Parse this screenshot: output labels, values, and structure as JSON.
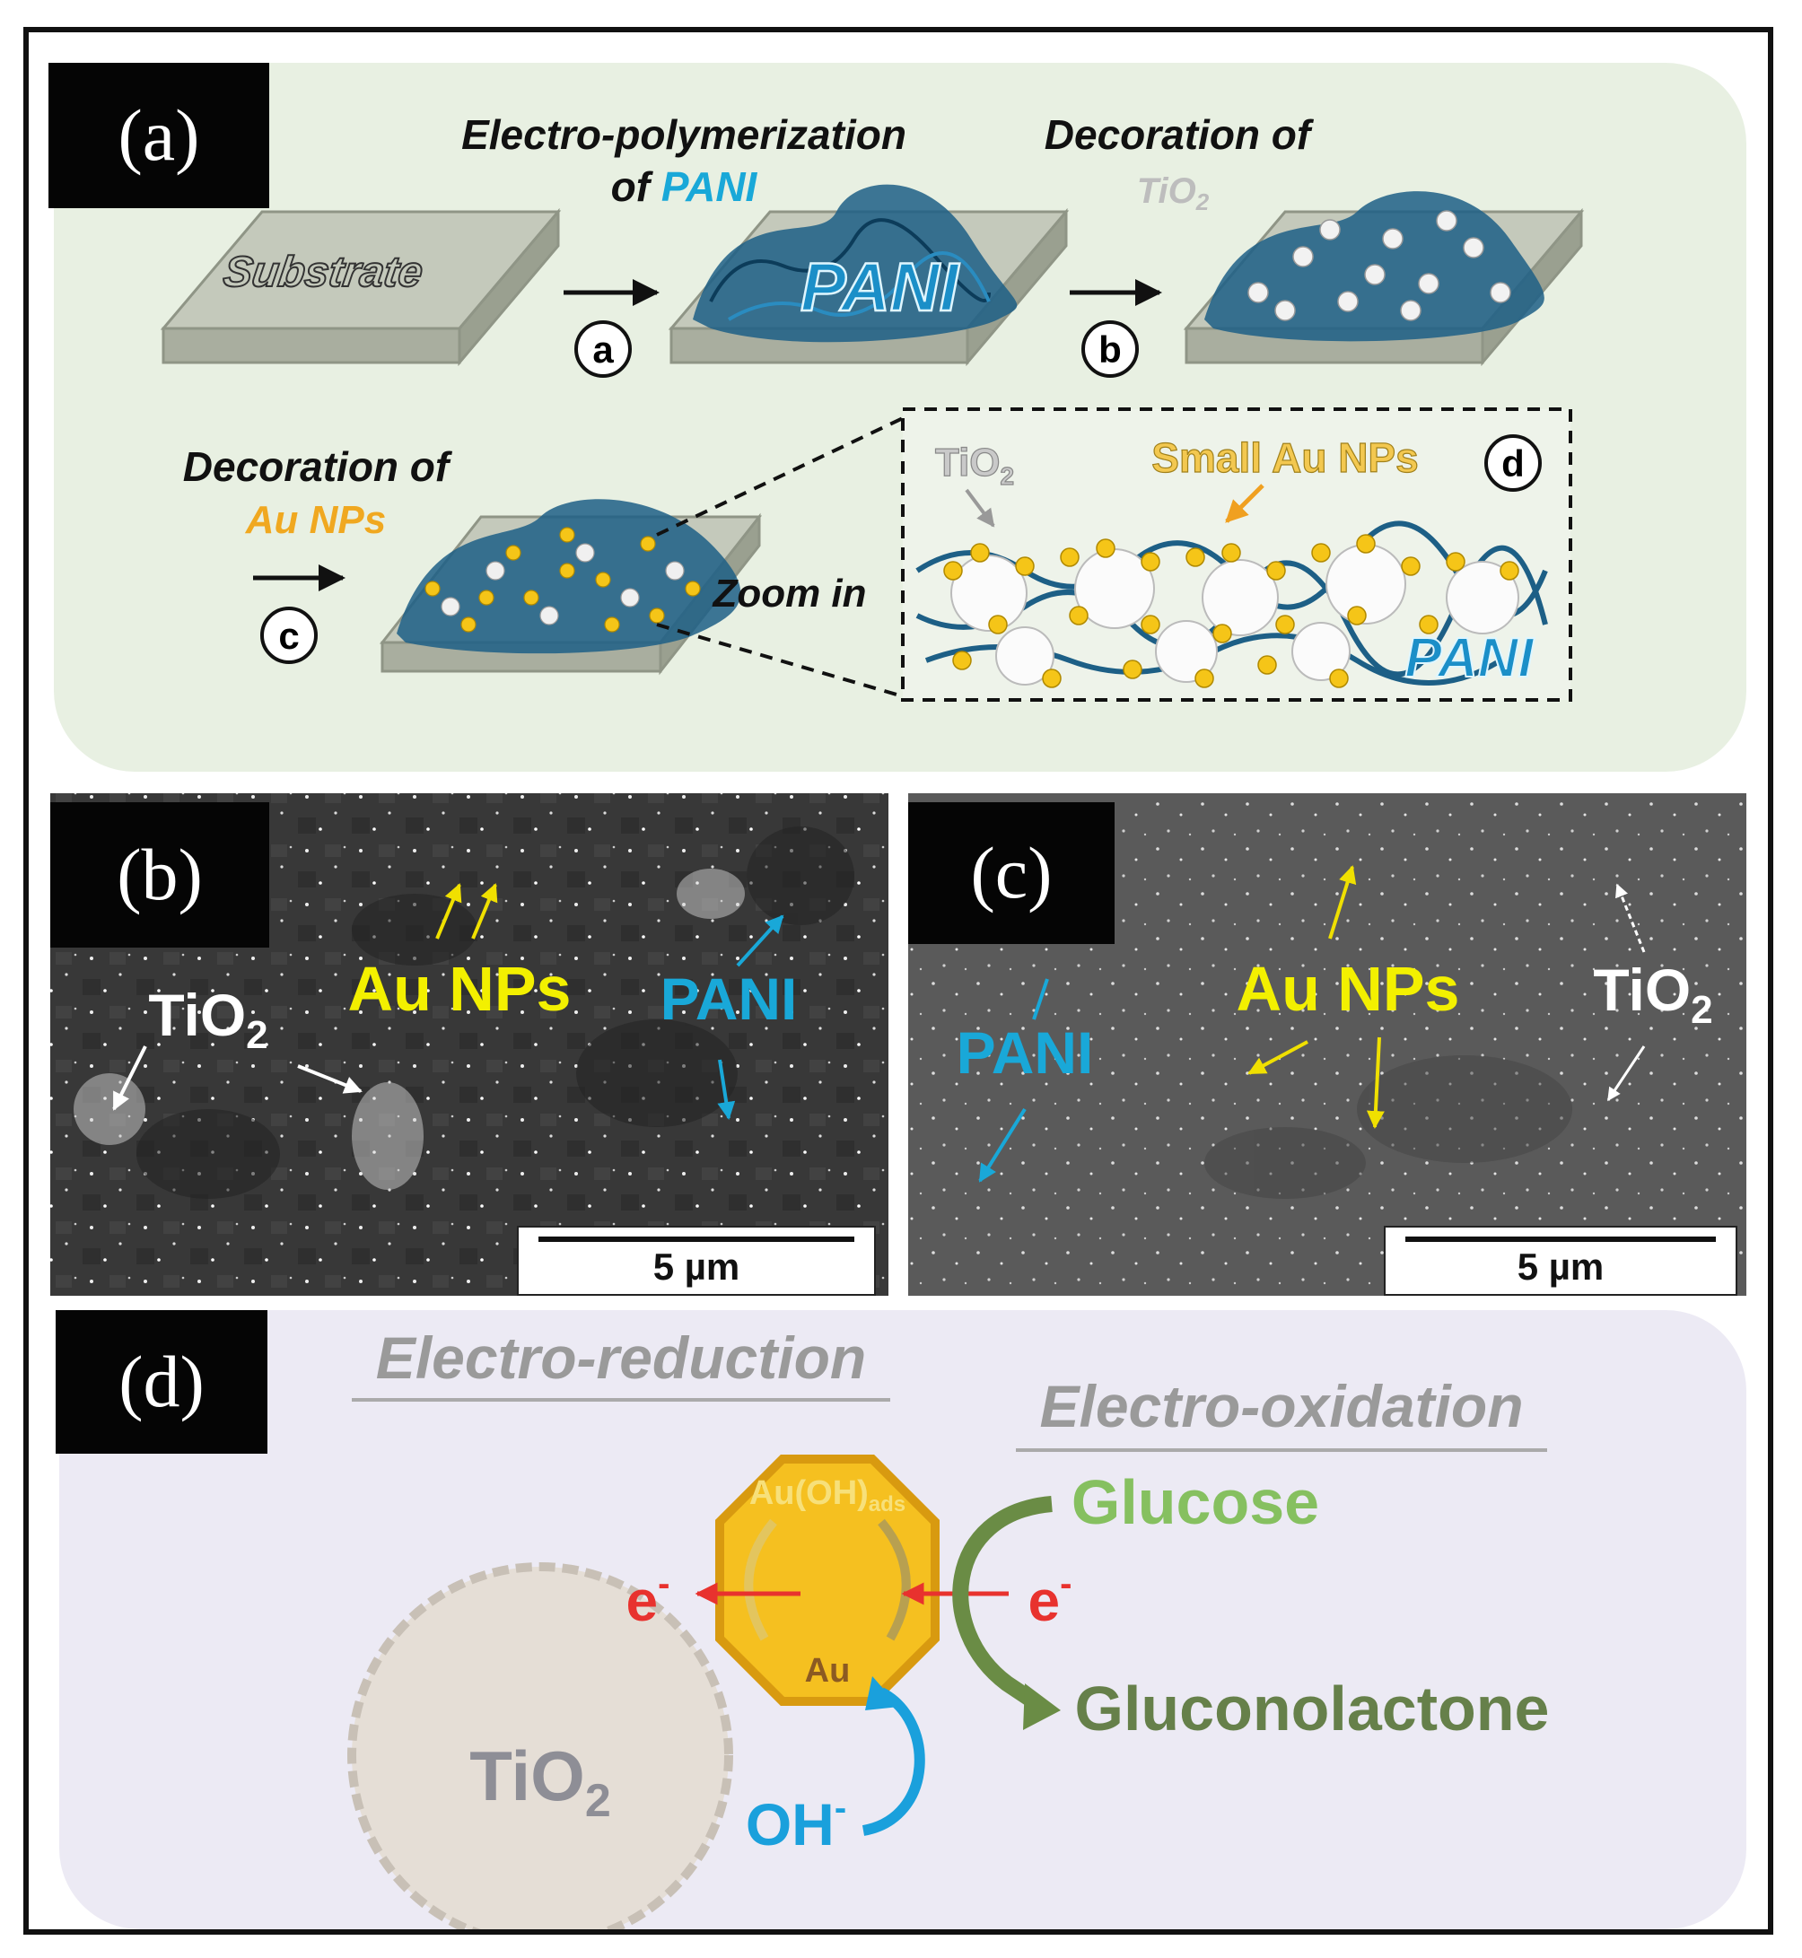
{
  "panels": {
    "a": {
      "tag": "(a)",
      "step_a_title_line1": "Electro-polymerization",
      "step_a_title_line2_prefix": "of ",
      "step_a_title_line2_highlight": "PANI",
      "step_b_title_line1": "Decoration of",
      "step_b_title_line2": "TiO",
      "step_b_title_line2_sub": "2",
      "step_c_title_line1": "Decoration of",
      "step_c_title_line2": "Au NPs",
      "substrate_label": "Substrate",
      "pani_label": "PANI",
      "step_markers": [
        "a",
        "b",
        "c",
        "d"
      ],
      "zoom_label": "Zoom in",
      "zoom_tio2": "TiO",
      "zoom_tio2_sub": "2",
      "zoom_small_au": "Small Au NPs",
      "zoom_pani": "PANI"
    },
    "b": {
      "tag": "(b)",
      "au_label": "Au NPs",
      "pani_label": "PANI",
      "tio2_label": "TiO",
      "tio2_sub": "2",
      "scale": "5 µm"
    },
    "c": {
      "tag": "(c)",
      "au_label": "Au NPs",
      "pani_label": "PANI",
      "tio2_label": "TiO",
      "tio2_sub": "2",
      "scale": "5 µm"
    },
    "d": {
      "tag": "(d)",
      "reduction_title": "Electro-reduction",
      "oxidation_title": "Electro-oxidation",
      "au_oh": "Au(OH)",
      "au_oh_sub": "ads",
      "au": "Au",
      "electron_left": "e",
      "electron_right": "e",
      "electron_sup": "-",
      "glucose": "Glucose",
      "gluconolactone": "Gluconolactone",
      "oh": "OH",
      "oh_sup": "-",
      "tio2": "TiO",
      "tio2_sub": "2"
    }
  },
  "colors": {
    "pani_blue": "#19a8d8",
    "au_yellow": "#f0c020",
    "au_label_yellow": "#f3f000",
    "tio2_gray": "#b8b8b8",
    "electron_red": "#e8322e",
    "glucose_green": "#86c060",
    "gluconolactone_green": "#66804a",
    "panel_a_bg": "#e8f0e2",
    "panel_d_bg": "#eceaf4"
  }
}
